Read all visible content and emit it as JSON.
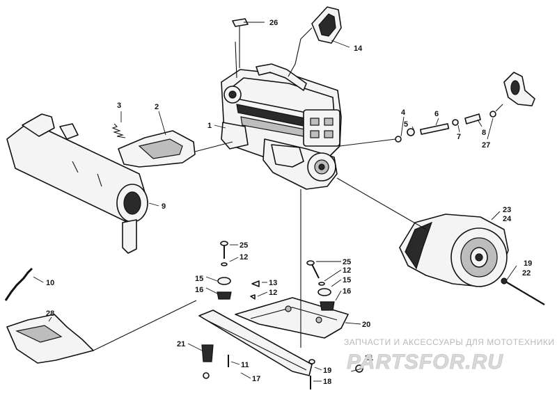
{
  "callouts": [
    {
      "id": "1",
      "text": "1"
    },
    {
      "id": "2",
      "text": "2"
    },
    {
      "id": "3",
      "text": "3"
    },
    {
      "id": "4",
      "text": "4"
    },
    {
      "id": "5",
      "text": "5"
    },
    {
      "id": "6",
      "text": "6"
    },
    {
      "id": "7",
      "text": "7"
    },
    {
      "id": "8",
      "text": "8"
    },
    {
      "id": "9",
      "text": "9"
    },
    {
      "id": "10",
      "text": "10"
    },
    {
      "id": "11",
      "text": "11"
    },
    {
      "id": "12a",
      "text": "12"
    },
    {
      "id": "12b",
      "text": "12"
    },
    {
      "id": "12c",
      "text": "12"
    },
    {
      "id": "13",
      "text": "13"
    },
    {
      "id": "14",
      "text": "14"
    },
    {
      "id": "15a",
      "text": "15"
    },
    {
      "id": "15b",
      "text": "15"
    },
    {
      "id": "16a",
      "text": "16"
    },
    {
      "id": "16b",
      "text": "16"
    },
    {
      "id": "17",
      "text": "17"
    },
    {
      "id": "18",
      "text": "18"
    },
    {
      "id": "19a",
      "text": "19"
    },
    {
      "id": "19b",
      "text": "19"
    },
    {
      "id": "20",
      "text": "20"
    },
    {
      "id": "21a",
      "text": "21"
    },
    {
      "id": "21b",
      "text": "21"
    },
    {
      "id": "22",
      "text": "22"
    },
    {
      "id": "23",
      "text": "23"
    },
    {
      "id": "24",
      "text": "24"
    },
    {
      "id": "25a",
      "text": "25"
    },
    {
      "id": "25b",
      "text": "25"
    },
    {
      "id": "26",
      "text": "26"
    },
    {
      "id": "27",
      "text": "27"
    },
    {
      "id": "28",
      "text": "28"
    }
  ],
  "watermark": {
    "tagline": "ЗАПЧАСТИ И АКСЕССУАРЫ ДЛЯ МОТОТЕХНИКИ",
    "logo": "PARTSFOR.RU"
  }
}
